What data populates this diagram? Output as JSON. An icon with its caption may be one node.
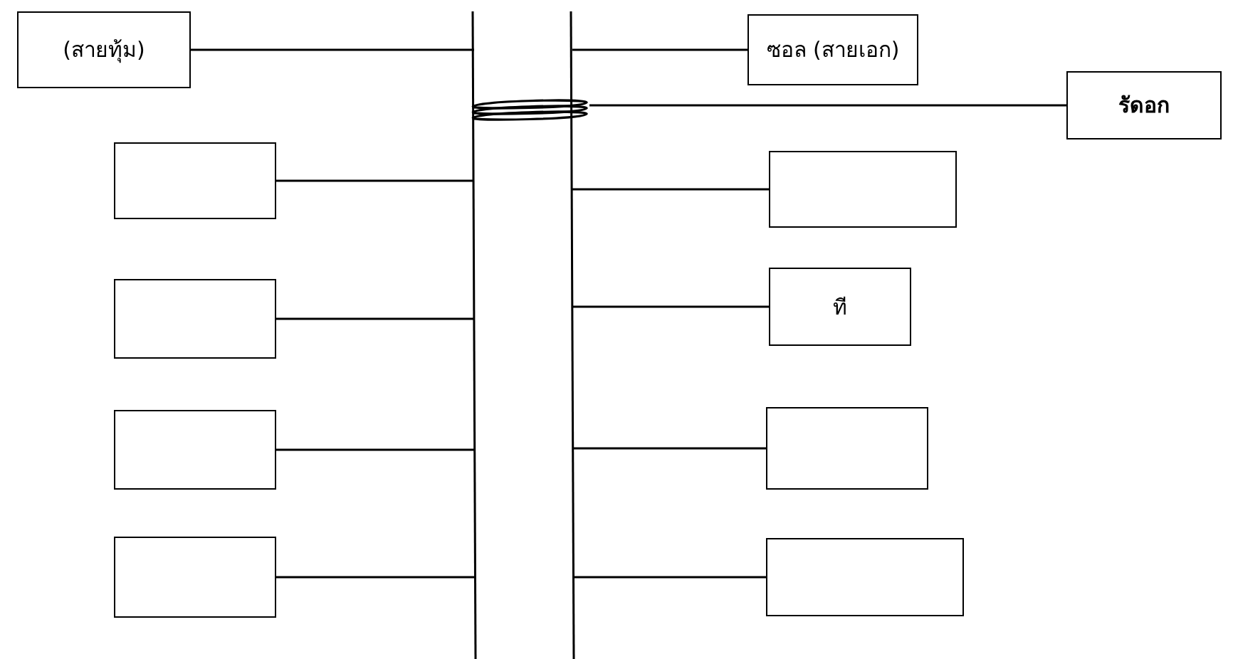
{
  "diagram": {
    "nodes": [
      {
        "text": [
          "(สายทุ้ม)"
        ]
      },
      {
        "text": [
          "ซอล (สายเอก)"
        ]
      },
      {
        "text": [
          "รัดอก"
        ]
      },
      {
        "text": [],
        "shape": "box"
      },
      {
        "text": [],
        "shape": "box"
      },
      {
        "text": [],
        "shape": "box"
      },
      {
        "text": [
          "ที"
        ]
      },
      {
        "text": [],
        "shape": "box"
      },
      {
        "text": [],
        "shape": "box"
      },
      {
        "text": [],
        "shape": "box"
      },
      {
        "text": [],
        "shape": "box"
      },
      {
        "text": [],
        "shape": "line"
      },
      {
        "text": [],
        "shape": "line"
      },
      {
        "text": [],
        "shape": "coil"
      }
    ],
    "edges": [
      {
        "from": 0,
        "to": 11,
        "arrow": "none"
      },
      {
        "from": 1,
        "to": 12,
        "arrow": "none"
      },
      {
        "from": 2,
        "to": 13,
        "arrow": "none"
      },
      {
        "from": 3,
        "to": 11,
        "arrow": "none"
      },
      {
        "from": 4,
        "to": 12,
        "arrow": "none"
      },
      {
        "from": 5,
        "to": 11,
        "arrow": "none"
      },
      {
        "from": 6,
        "to": 12,
        "arrow": "none"
      },
      {
        "from": 7,
        "to": 11,
        "arrow": "none"
      },
      {
        "from": 8,
        "to": 12,
        "arrow": "none"
      },
      {
        "from": 9,
        "to": 11,
        "arrow": "none"
      },
      {
        "from": 10,
        "to": 12,
        "arrow": "none"
      }
    ]
  }
}
